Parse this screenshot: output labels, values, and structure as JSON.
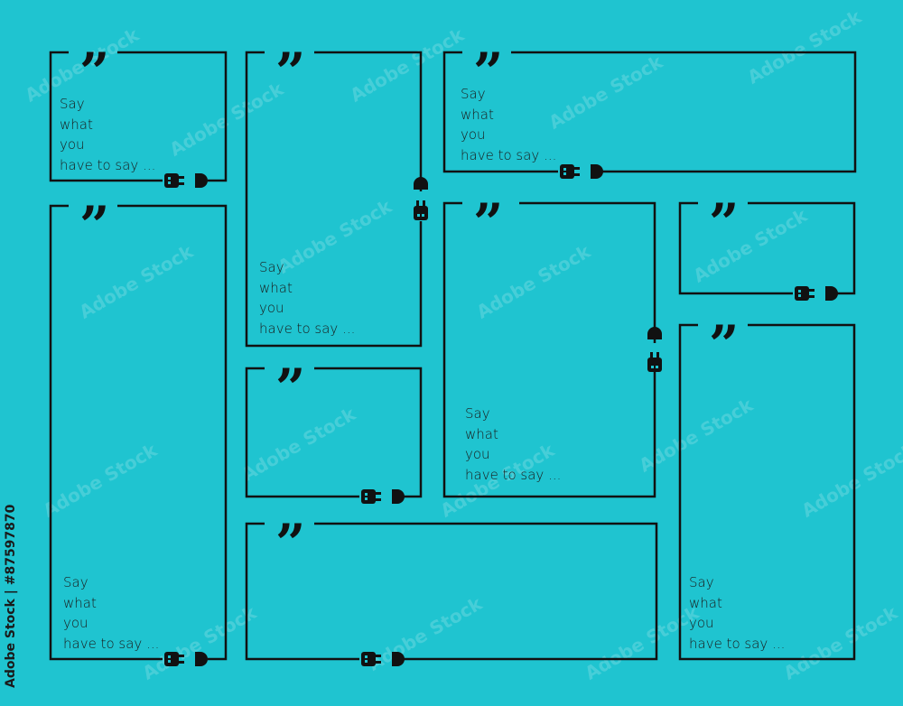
{
  "background_color": "#1fc4d0",
  "stroke_color": "#111111",
  "frame_count": 9,
  "quote_icon": "closing-double-quote-icon",
  "plug_icons": [
    "power-plug-icon",
    "power-socket-icon"
  ],
  "quote_text": [
    "Say",
    "what",
    "you",
    "have to say ..."
  ],
  "credit": "Adobe Stock | #87597870",
  "watermark": "Adobe Stock"
}
